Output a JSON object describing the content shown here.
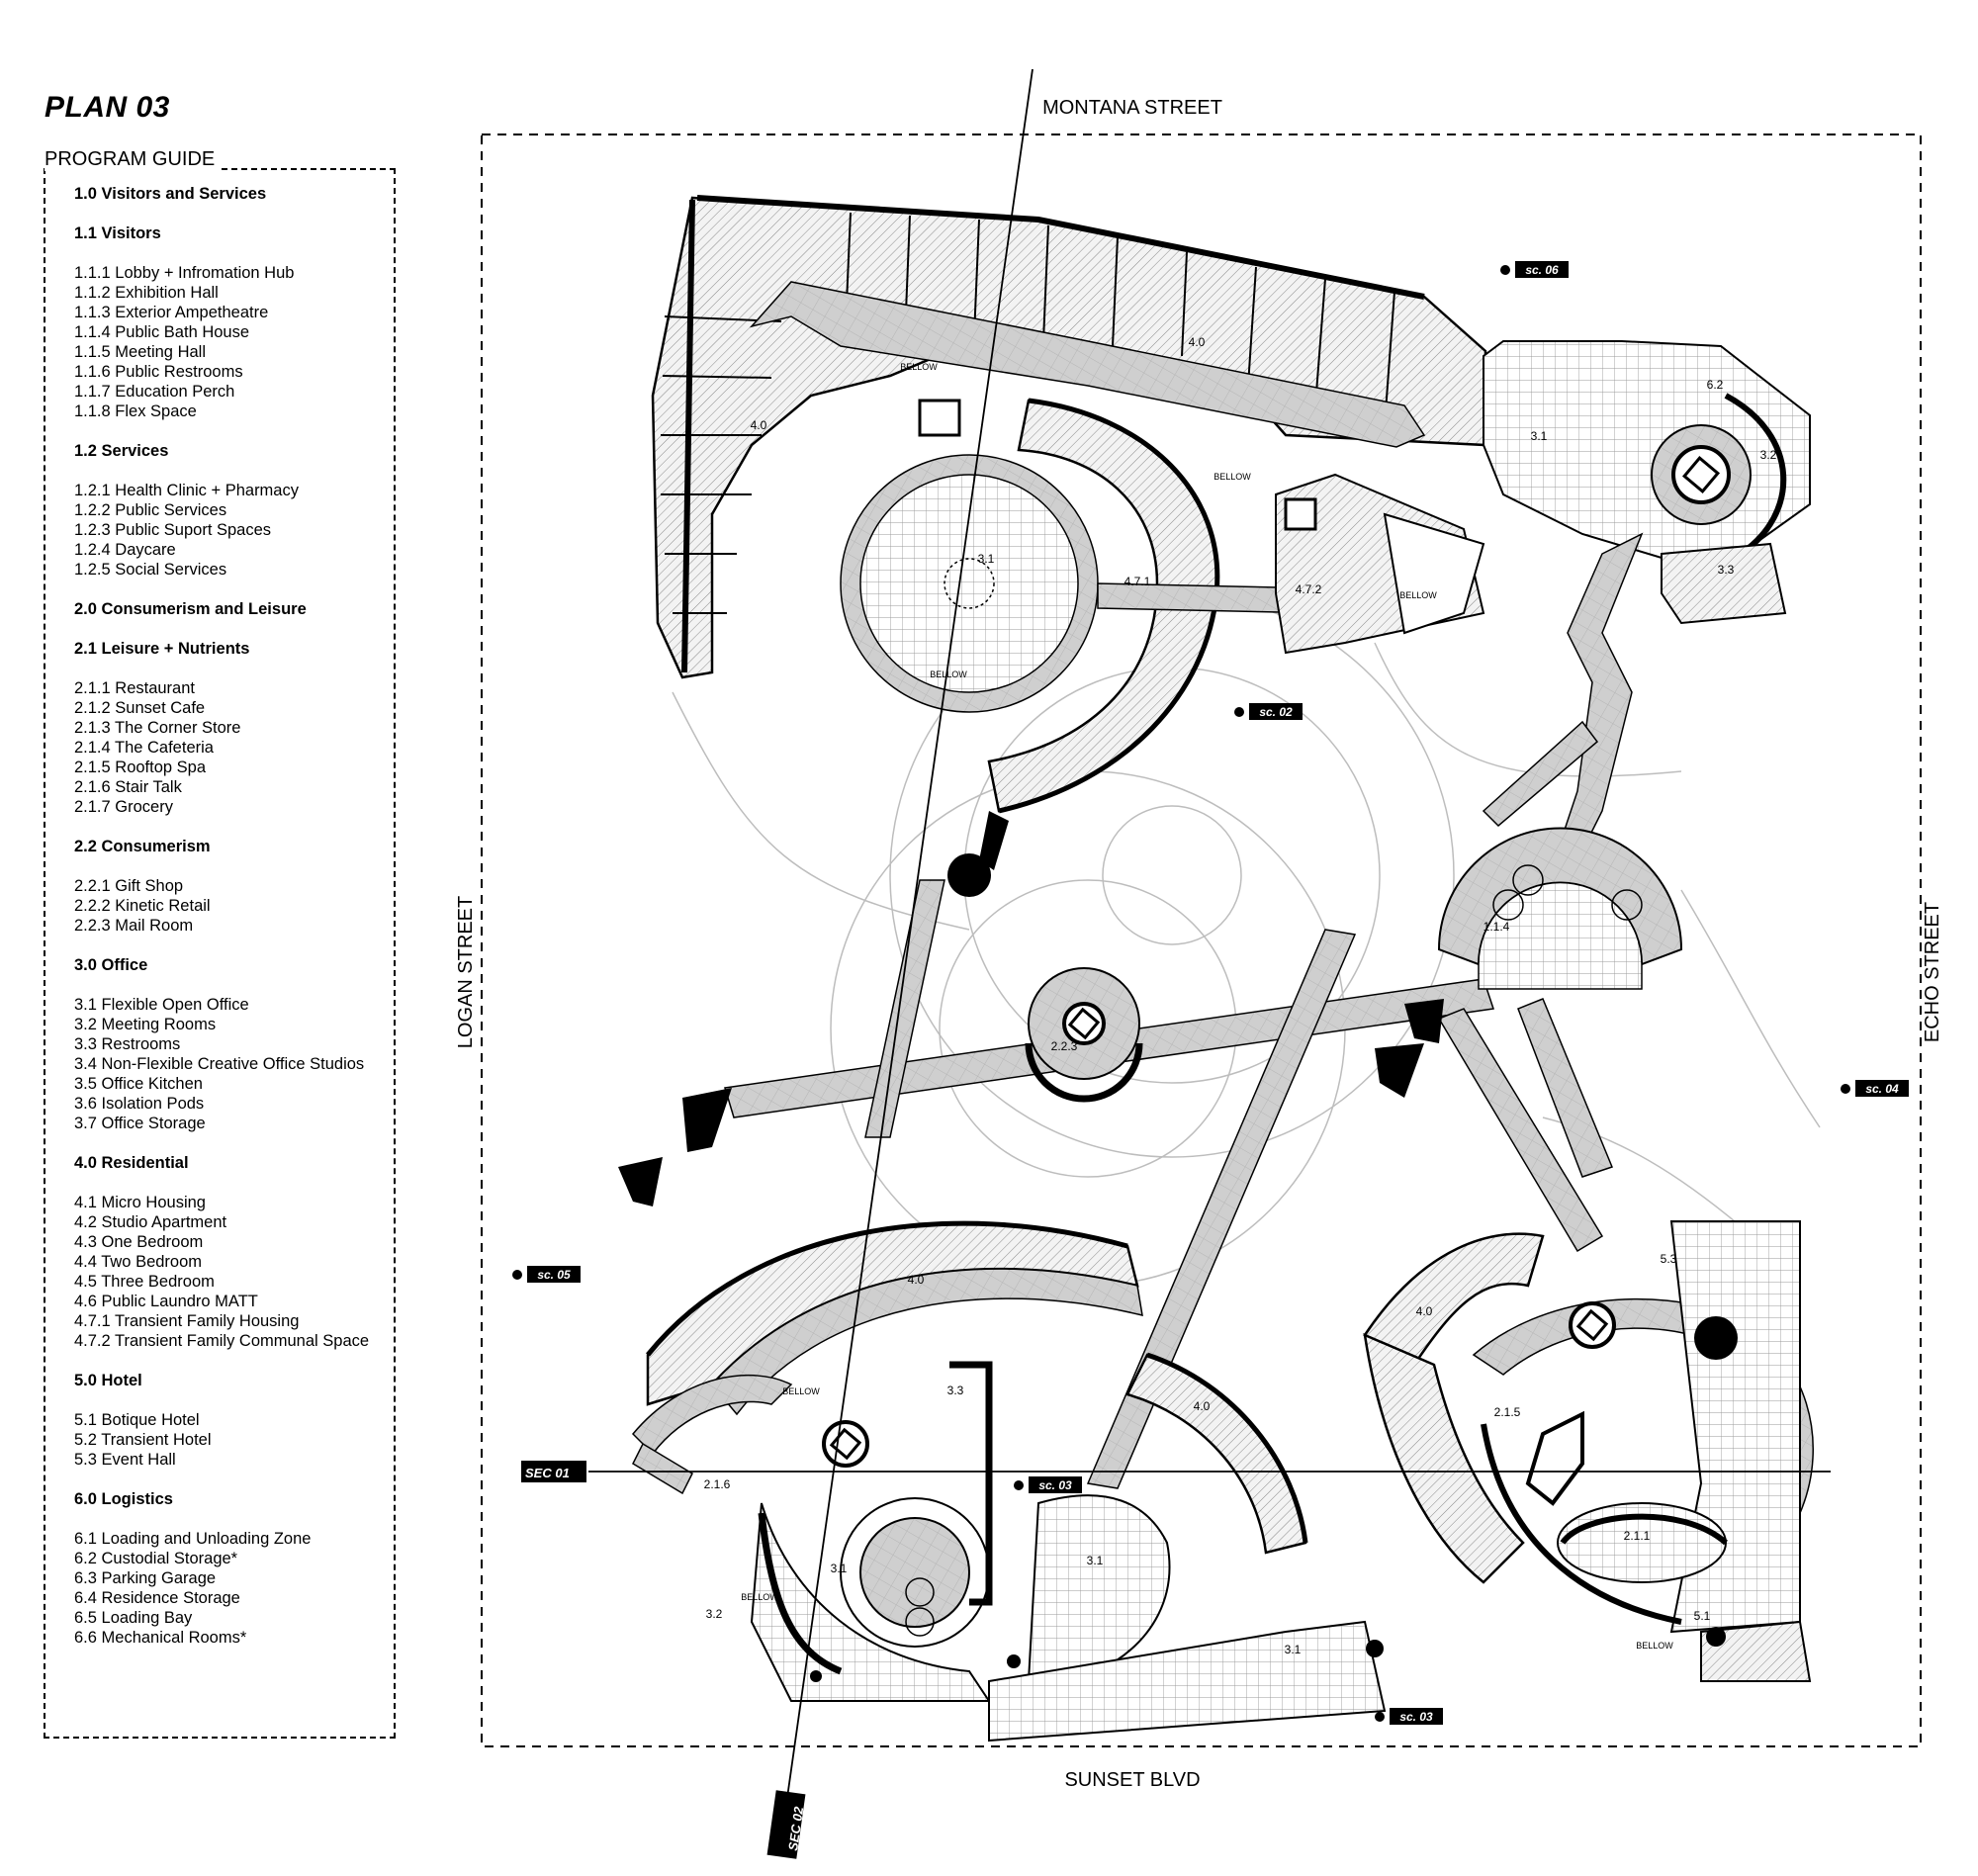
{
  "plan_title": "PLAN 03",
  "guide": {
    "title": "PROGRAM GUIDE",
    "groups": [
      {
        "heading": "1.0 Visitors and Services",
        "major": true,
        "items": []
      },
      {
        "heading": "1.1 Visitors",
        "items": [
          "1.1.1 Lobby + Infromation Hub",
          "1.1.2 Exhibition Hall",
          "1.1.3 Exterior Ampetheatre",
          "1.1.4 Public Bath House",
          "1.1.5 Meeting Hall",
          "1.1.6 Public Restrooms",
          "1.1.7 Education Perch",
          "1.1.8 Flex Space"
        ]
      },
      {
        "heading": "1.2 Services",
        "items": [
          "1.2.1 Health Clinic + Pharmacy",
          "1.2.2 Public Services",
          "1.2.3 Public Suport Spaces",
          "1.2.4 Daycare",
          "1.2.5 Social Services"
        ]
      },
      {
        "heading": "2.0  Consumerism and Leisure",
        "major": true,
        "items": []
      },
      {
        "heading": "2.1 Leisure + Nutrients",
        "items": [
          "2.1.1 Restaurant",
          "2.1.2 Sunset Cafe",
          "2.1.3 The Corner Store",
          "2.1.4 The Cafeteria",
          "2.1.5 Rooftop Spa",
          "2.1.6 Stair Talk",
          "2.1.7 Grocery"
        ]
      },
      {
        "heading": "2.2 Consumerism",
        "items": [
          "2.2.1 Gift Shop",
          "2.2.2 Kinetic Retail",
          "2.2.3 Mail Room"
        ]
      },
      {
        "heading": "3.0 Office",
        "items": [
          "3.1 Flexible Open Office",
          "3.2 Meeting Rooms",
          "3.3 Restrooms",
          "3.4 Non-Flexible Creative Office Studios",
          "3.5 Office Kitchen",
          "3.6 Isolation Pods",
          "3.7 Office Storage"
        ]
      },
      {
        "heading": "4.0 Residential",
        "items": [
          "4.1 Micro Housing",
          "4.2 Studio Apartment",
          "4.3 One Bedroom",
          "4.4 Two Bedroom",
          "4.5 Three Bedroom",
          "4.6 Public Laundro MATT",
          "4.7.1 Transient Family Housing",
          "4.7.2 Transient Family Communal Space"
        ]
      },
      {
        "heading": "5.0 Hotel",
        "items": [
          "5.1 Botique Hotel",
          "5.2 Transient Hotel",
          "5.3 Event Hall"
        ]
      },
      {
        "heading": "6.0 Logistics",
        "items": [
          "6.1 Loading and Unloading Zone",
          "6.2 Custodial Storage*",
          "6.3 Parking Garage",
          "6.4 Residence Storage",
          "6.5 Loading Bay",
          "6.6 Mechanical Rooms*"
        ]
      }
    ]
  },
  "streets": {
    "north": "MONTANA STREET",
    "south": "SUNSET BLVD",
    "west": "LOGAN STREET",
    "east": "ECHO STREET"
  },
  "section_tags": [
    "sc. 06",
    "sc. 02",
    "sc. 04",
    "sc. 05",
    "sc. 03",
    "sc. 03"
  ],
  "section_lines": [
    "SEC 01",
    "SEC 02"
  ],
  "room_labels": [
    "4.0",
    "4.0",
    "6.2",
    "3.1",
    "3.2",
    "3.3",
    "BELLOW",
    "BELLOW",
    "BELLOW",
    "BELLOW",
    "3.1",
    "4.7.1",
    "4.7.2",
    "1.1.4",
    "2.2.3",
    "4.0",
    "4.0",
    "4.0",
    "5.3",
    "BELLOW",
    "3.3",
    "2.1.5",
    "2.1.6",
    "3.1",
    "3.1",
    "2.1.1",
    "3.2",
    "BELLOW",
    "3.1",
    "BELLOW",
    "5.1"
  ],
  "colors": {
    "ink": "#000000",
    "corridor": "#cfcfcf",
    "hatch": "#8a8a8a",
    "grid": "#9a9a9a",
    "ghost": "#bdbdbd"
  }
}
